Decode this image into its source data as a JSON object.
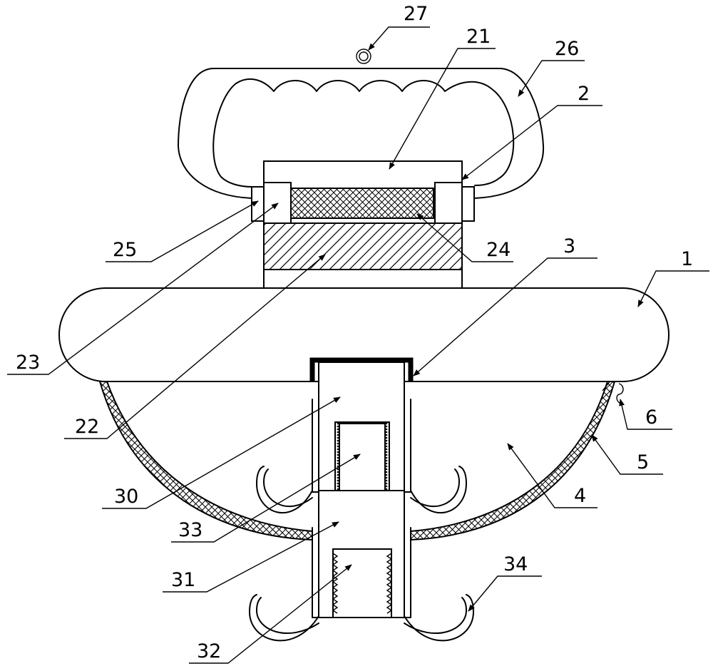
{
  "labels": {
    "l1": "1",
    "l2": "2",
    "l3": "3",
    "l4": "4",
    "l5": "5",
    "l6": "6",
    "l21": "21",
    "l22": "22",
    "l23": "23",
    "l24": "24",
    "l25": "25",
    "l26": "26",
    "l27": "27",
    "l30": "30",
    "l31": "31",
    "l32": "32",
    "l33": "33",
    "l34": "34"
  }
}
